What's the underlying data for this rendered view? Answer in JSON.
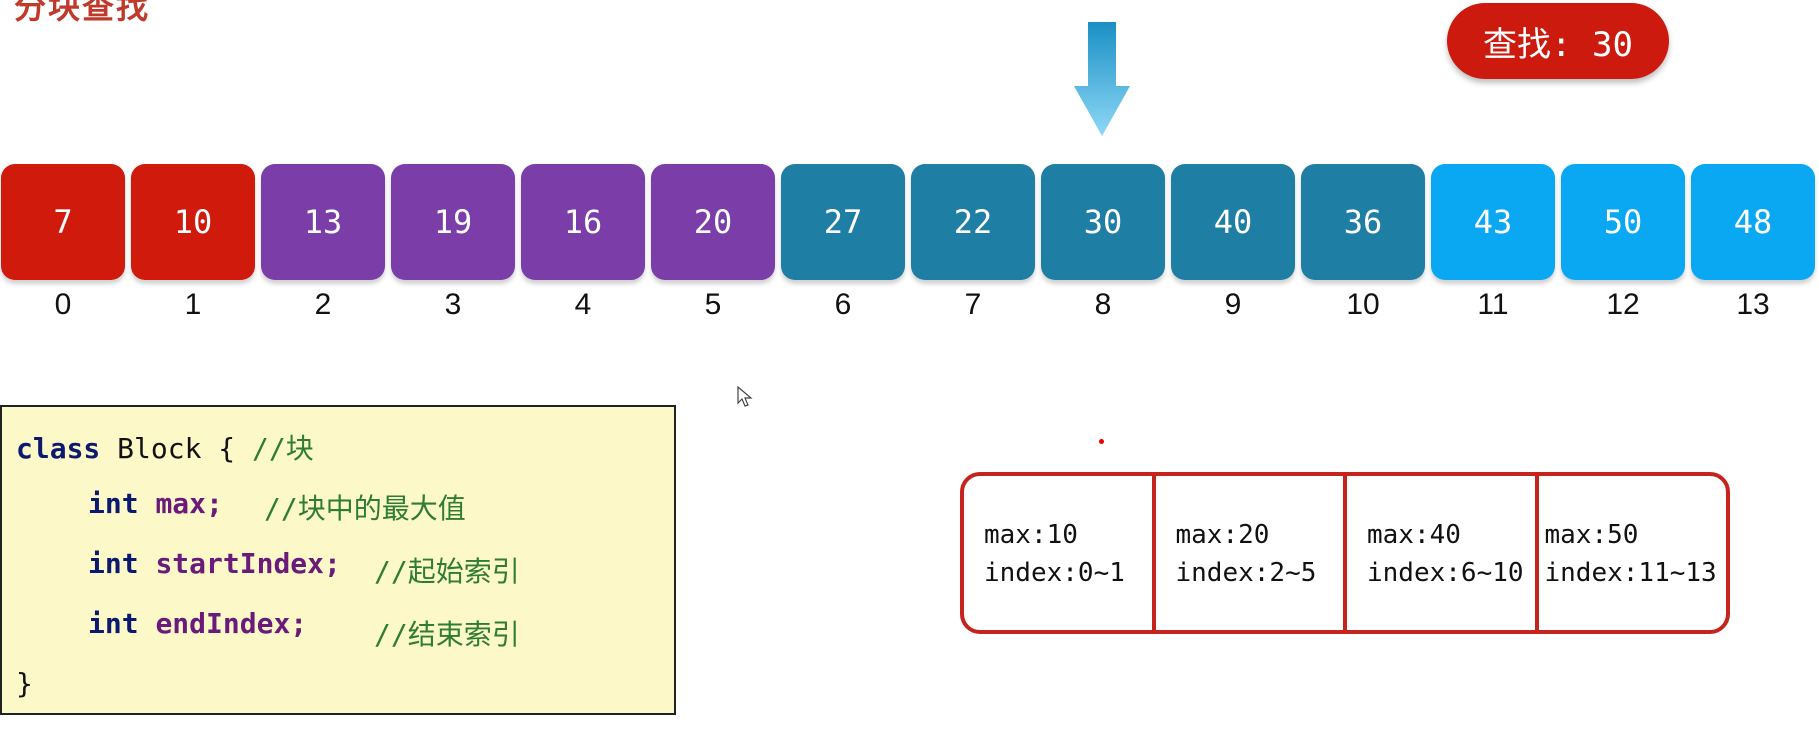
{
  "title": "分块查找",
  "search_badge": "查找: 30",
  "array": {
    "values": [
      "7",
      "10",
      "13",
      "19",
      "16",
      "20",
      "27",
      "22",
      "30",
      "40",
      "36",
      "43",
      "50",
      "48"
    ],
    "indices": [
      "0",
      "1",
      "2",
      "3",
      "4",
      "5",
      "6",
      "7",
      "8",
      "9",
      "10",
      "11",
      "12",
      "13"
    ],
    "colors": [
      "#cf1a0c",
      "#cf1a0c",
      "#7b3da8",
      "#7b3da8",
      "#7b3da8",
      "#7b3da8",
      "#1f7ea4",
      "#1f7ea4",
      "#1f7ea4",
      "#1f7ea4",
      "#1f7ea4",
      "#0aa8f2",
      "#0aa8f2",
      "#0aa8f2"
    ],
    "pointer_index": 8
  },
  "code": {
    "class_kw": "class",
    "class_name": "Block {",
    "class_comment": "//块",
    "int_kw": "int",
    "fields": [
      {
        "name": "max;",
        "comment": "//块中的最大值"
      },
      {
        "name": "startIndex;",
        "comment": "//起始索引"
      },
      {
        "name": "endIndex;",
        "comment": "//结束索引"
      }
    ],
    "close": "}"
  },
  "blocks": [
    {
      "max": "max:10",
      "index": "index:0~1"
    },
    {
      "max": "max:20",
      "index": "index:2~5"
    },
    {
      "max": "max:40",
      "index": "index:6~10"
    },
    {
      "max": "max:50",
      "index": "index:11~13"
    }
  ],
  "colors": {
    "badge": "#cc1a0e",
    "arrow": "#3fb4e6",
    "block_border": "#c4241c",
    "code_bg": "#fdf8c8"
  },
  "icons": [
    "down-arrow-icon",
    "cursor-icon"
  ]
}
